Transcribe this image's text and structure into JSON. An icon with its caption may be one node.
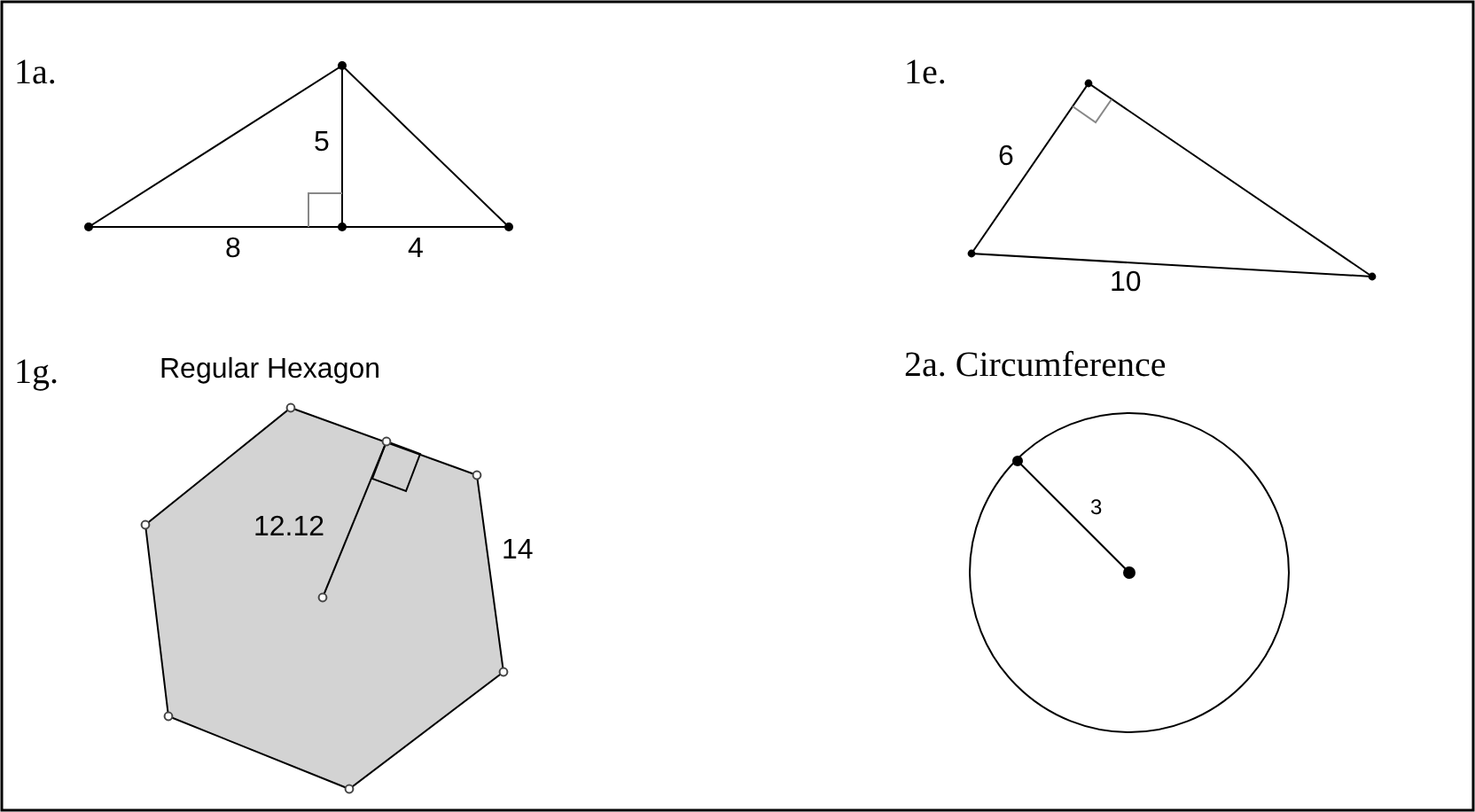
{
  "diagram": {
    "labels": [
      "1a.",
      "5",
      "8",
      "4",
      "1e.",
      "6",
      "10",
      "1g.",
      "Regular Hexagon",
      "12.12",
      "14",
      "2a. Circumference",
      "3"
    ]
  }
}
